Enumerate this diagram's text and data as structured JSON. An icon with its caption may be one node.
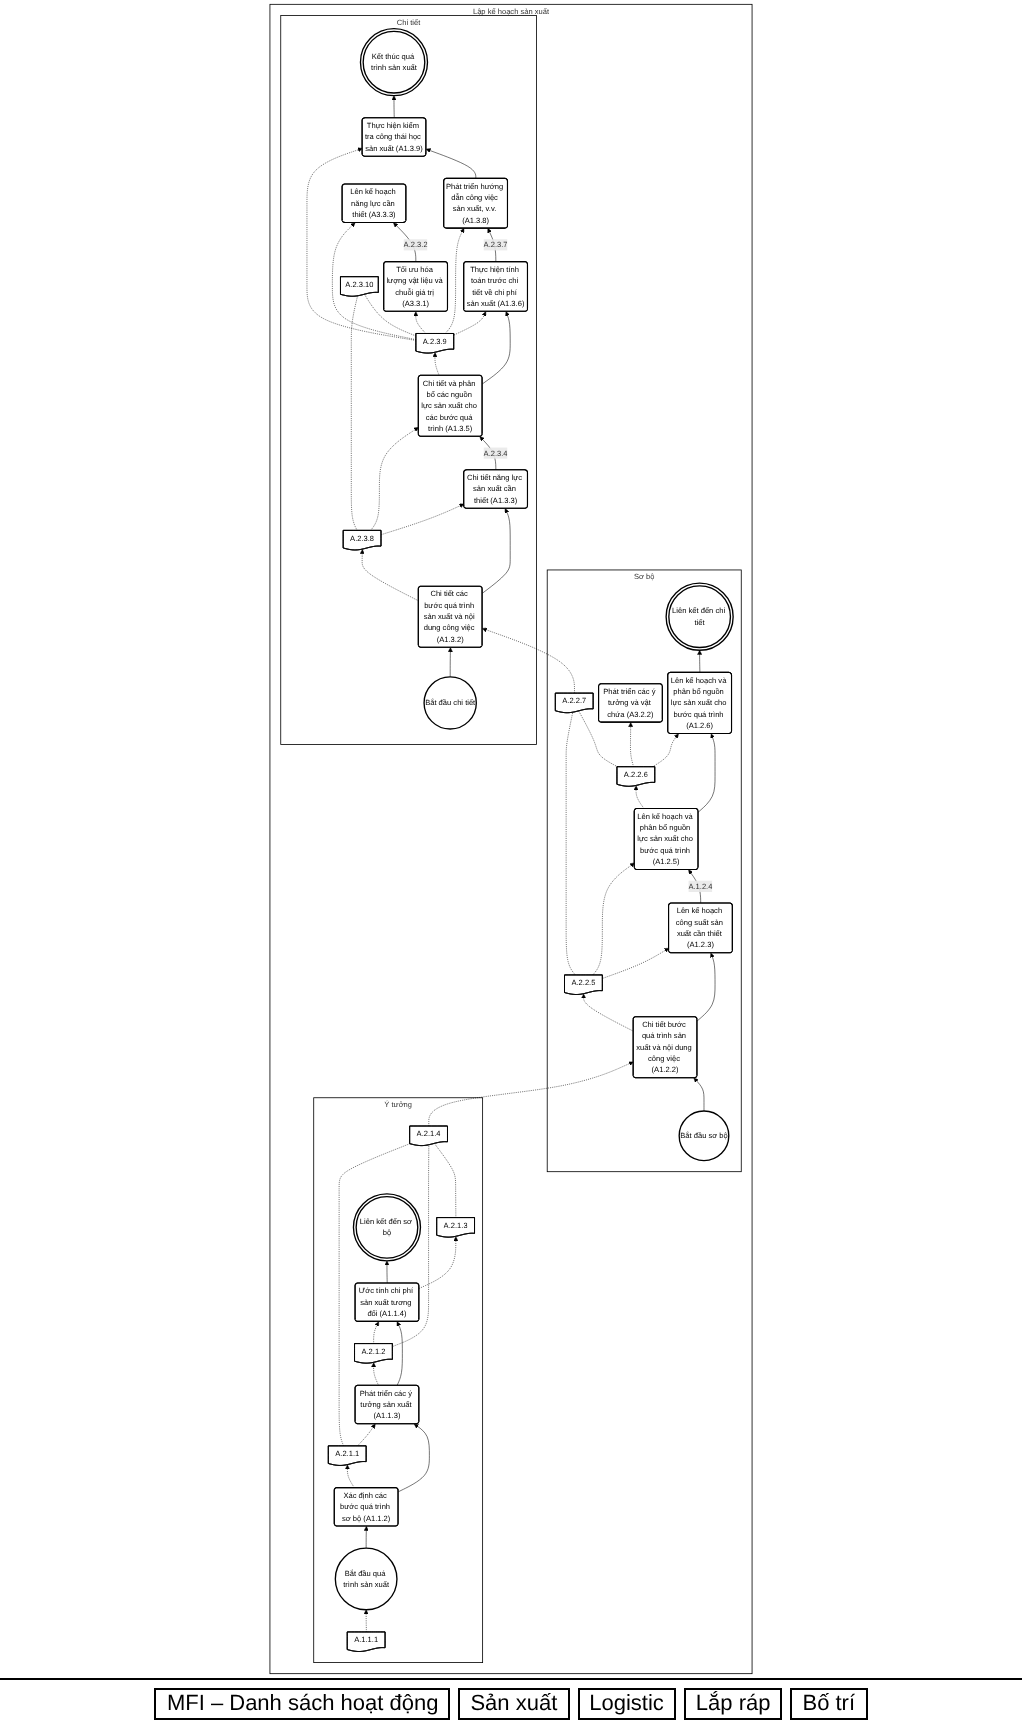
{
  "diagram": {
    "nodes": [
      {
        "text": [
          "Lập kế hoạch sản xuất"
        ]
      },
      {
        "text": [
          "Ý tưởng"
        ],
        "in": 0
      },
      {
        "text": [
          "A.1.1.1"
        ],
        "in": 1
      },
      {
        "text": [
          "Bắt đầu quá trình sản xuất"
        ],
        "in": 1
      },
      {
        "text": [
          "Xác định các bước quá trình sơ bộ (A1.1.2)"
        ],
        "in": 1
      },
      {
        "text": [
          "A.2.1.1"
        ],
        "in": 1
      },
      {
        "text": [
          "Phát triển các ý tưởng sản xuất (A1.1.3)"
        ],
        "in": 1
      },
      {
        "text": [
          "A.2.1.2"
        ],
        "in": 1
      },
      {
        "text": [
          "Ước tính chi phí sản xuất tương đối (A1.1.4)"
        ],
        "in": 1
      },
      {
        "text": [
          "A.2.1.3"
        ],
        "in": 1
      },
      {
        "text": [
          "Liên kết đến sơ bộ"
        ],
        "in": 1
      },
      {
        "text": [
          "A.2.1.4"
        ],
        "in": 1
      },
      {
        "text": [
          "Sơ bộ"
        ],
        "in": 0
      },
      {
        "text": [
          "Bắt đầu sơ bộ"
        ],
        "in": 12
      },
      {
        "text": [
          "Chi tiết bước quá trình sản xuất và nội dung công việc (A1.2.2)"
        ],
        "in": 12
      },
      {
        "text": [
          "A.2.2.5"
        ],
        "in": 12
      },
      {
        "text": [
          "Lên kế hoạch công suất sản xuất cần thiết (A1.2.3)"
        ],
        "in": 12
      },
      {
        "text": [
          "Lên kế hoạch và phân bổ nguồn lực sản xuất cho bước quá trình (A1.2.5)"
        ],
        "in": 12
      },
      {
        "text": [
          "A.2.2.6"
        ],
        "in": 12
      },
      {
        "text": [
          "Phát triển các ý tưởng và vật chứa (A3.2.2)"
        ],
        "in": 12
      },
      {
        "text": [
          "Lên kế hoạch và phân bổ nguồn lực sản xuất cho bước quá trình (A1.2.6)"
        ],
        "in": 12
      },
      {
        "text": [
          "Liên kết đến chi tiết"
        ],
        "in": 12
      },
      {
        "text": [
          "A.2.2.7"
        ],
        "in": 12
      },
      {
        "text": [
          "Chi tiết"
        ],
        "in": 0
      },
      {
        "text": [
          "Bắt đầu chi tiết"
        ],
        "in": 23
      },
      {
        "text": [
          "Chi tiết các bước quá trình sản xuất và nội dung công việc (A1.3.2)"
        ],
        "in": 23
      },
      {
        "text": [
          "A.2.3.8"
        ],
        "in": 23
      },
      {
        "text": [
          "Chi tiết năng lực sản xuất cần thiết (A1.3.3)"
        ],
        "in": 23
      },
      {
        "text": [
          "Chi tiết và phân bổ các nguồn lực sản xuất cho các bước quá trình (A1.3.5)"
        ],
        "in": 23
      },
      {
        "text": [
          "A.2.3.9"
        ],
        "in": 23
      },
      {
        "text": [
          "Thực hiện tính toán trước chi tiết về chi phí sản xuất (A1.3.6)"
        ],
        "in": 23
      },
      {
        "text": [
          "Tối ưu hóa lượng vật liệu và chuỗi giá trị (A3.3.1)"
        ],
        "in": 23
      },
      {
        "text": [
          "Phát triển hướng dẫn công việc sản xuất, v.v. (A1.3.8)"
        ],
        "in": 23
      },
      {
        "text": [
          "Lên kế hoạch năng lực cần thiết (A3.3.3)"
        ],
        "in": 23
      },
      {
        "text": [
          "Thực hiện kiểm tra công thái học sản xuất (A1.3.9)"
        ],
        "in": 23
      },
      {
        "text": [
          "Kết thúc quá trình sản xuất"
        ],
        "in": 23
      },
      {
        "text": [
          "A.2.3.10"
        ],
        "in": 23
      }
    ],
    "edges": [
      {
        "from": 2,
        "to": 3,
        "arrow": "to",
        "style": "dashed"
      },
      {
        "from": 3,
        "to": 4,
        "arrow": "to"
      },
      {
        "from": 4,
        "to": 5,
        "arrow": "to",
        "style": "dashed"
      },
      {
        "from": 5,
        "to": 6,
        "arrow": "to",
        "style": "dashed"
      },
      {
        "from": 4,
        "to": 6,
        "arrow": "to"
      },
      {
        "from": 6,
        "to": 7,
        "arrow": "to",
        "style": "dashed"
      },
      {
        "from": 7,
        "to": 8,
        "arrow": "to",
        "style": "dashed"
      },
      {
        "from": 6,
        "to": 8,
        "arrow": "to"
      },
      {
        "from": 8,
        "to": 9,
        "arrow": "to",
        "style": "dashed"
      },
      {
        "from": 8,
        "to": 10,
        "arrow": "to"
      },
      {
        "from": 5,
        "to": 11,
        "arrow": "none",
        "style": "dashed"
      },
      {
        "from": 7,
        "to": 11,
        "arrow": "none",
        "style": "dashed"
      },
      {
        "from": 9,
        "to": 11,
        "arrow": "none",
        "style": "dashed"
      },
      {
        "from": 11,
        "to": 14,
        "arrow": "to",
        "style": "dashed"
      },
      {
        "from": 13,
        "to": 14,
        "arrow": "to"
      },
      {
        "from": 14,
        "to": 15,
        "arrow": "to",
        "style": "dashed"
      },
      {
        "from": 15,
        "to": 16,
        "arrow": "to",
        "style": "dashed"
      },
      {
        "from": 15,
        "to": 17,
        "arrow": "to",
        "style": "dashed"
      },
      {
        "from": 14,
        "to": 16,
        "arrow": "to"
      },
      {
        "from": 16,
        "to": 17,
        "arrow": "to",
        "label": "A.1.2.4"
      },
      {
        "from": 17,
        "to": 18,
        "arrow": "to",
        "style": "dashed"
      },
      {
        "from": 18,
        "to": 20,
        "arrow": "to",
        "style": "dashed"
      },
      {
        "from": 18,
        "to": 19,
        "arrow": "to",
        "style": "dashed"
      },
      {
        "from": 17,
        "to": 20,
        "arrow": "to"
      },
      {
        "from": 20,
        "to": 21,
        "arrow": "to"
      },
      {
        "from": 15,
        "to": 22,
        "arrow": "none",
        "style": "dashed"
      },
      {
        "from": 18,
        "to": 22,
        "arrow": "none",
        "style": "dashed"
      },
      {
        "from": 22,
        "to": 25,
        "arrow": "to",
        "style": "dashed"
      },
      {
        "from": 24,
        "to": 25,
        "arrow": "to"
      },
      {
        "from": 25,
        "to": 26,
        "arrow": "to",
        "style": "dashed"
      },
      {
        "from": 26,
        "to": 27,
        "arrow": "to",
        "style": "dashed"
      },
      {
        "from": 26,
        "to": 28,
        "arrow": "to",
        "style": "dashed"
      },
      {
        "from": 25,
        "to": 27,
        "arrow": "to"
      },
      {
        "from": 27,
        "to": 28,
        "arrow": "to",
        "label": "A.2.3.4"
      },
      {
        "from": 28,
        "to": 29,
        "arrow": "to",
        "style": "dashed"
      },
      {
        "from": 29,
        "to": 30,
        "arrow": "to",
        "style": "dashed"
      },
      {
        "from": 29,
        "to": 31,
        "arrow": "to",
        "style": "dashed"
      },
      {
        "from": 29,
        "to": 32,
        "arrow": "to",
        "style": "dashed"
      },
      {
        "from": 29,
        "to": 33,
        "arrow": "to",
        "style": "dashed"
      },
      {
        "from": 29,
        "to": 34,
        "arrow": "to",
        "style": "dashed"
      },
      {
        "from": 28,
        "to": 30,
        "arrow": "to"
      },
      {
        "from": 30,
        "to": 32,
        "arrow": "to",
        "label": "A.2.3.7"
      },
      {
        "from": 32,
        "to": 34,
        "arrow": "to"
      },
      {
        "from": 34,
        "to": 35,
        "arrow": "to"
      },
      {
        "from": 31,
        "to": 33,
        "arrow": "to",
        "label": "A.2.3.2"
      },
      {
        "from": 26,
        "to": 36,
        "arrow": "none",
        "style": "dashed"
      },
      {
        "from": 29,
        "to": 36,
        "arrow": "none",
        "style": "dashed"
      }
    ],
    "labels": [
      "MFI – Danh sách hoạt động",
      "Sản xuất",
      "Logistic",
      "Lắp ráp",
      "Bố trí"
    ]
  }
}
